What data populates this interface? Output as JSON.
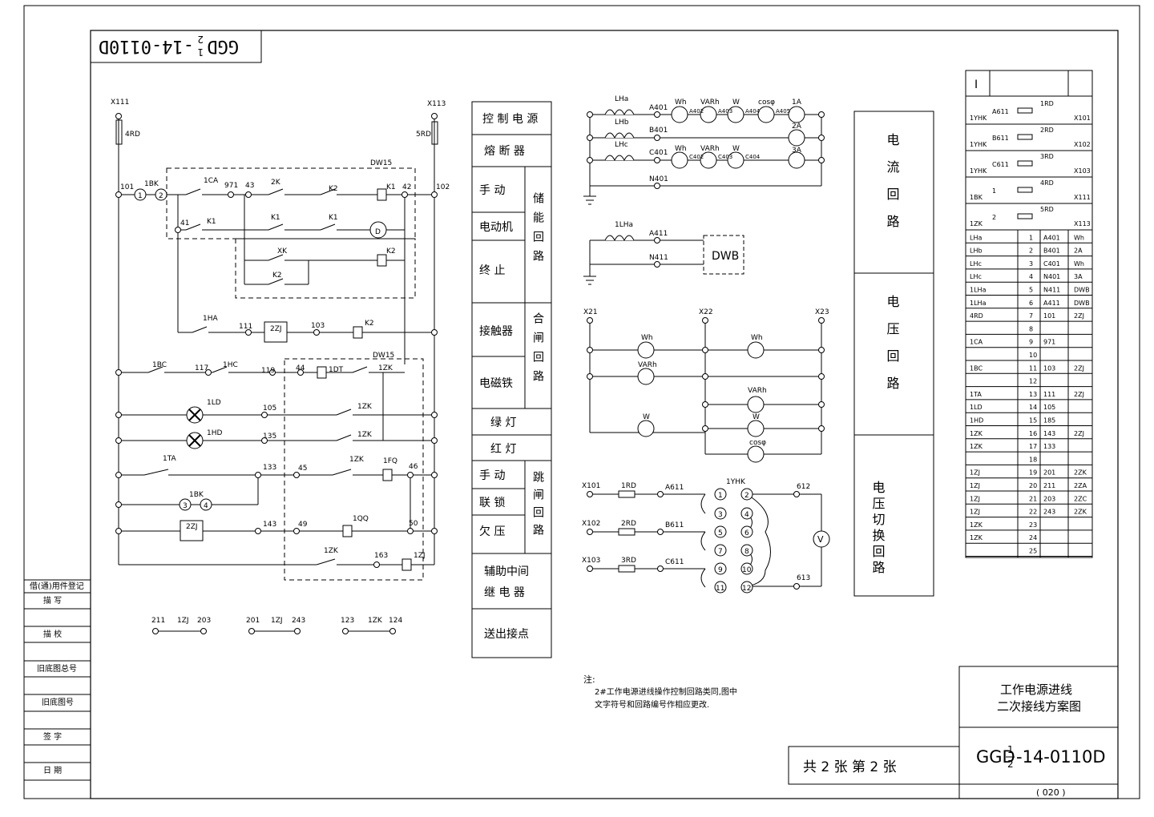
{
  "top_code": {
    "prefix": "GGD",
    "frac_num": "1",
    "frac_den": "2",
    "suffix": "-14-0110D"
  },
  "nodes": {
    "x111": "X111",
    "x113": "X113",
    "fuse_left": "4RD",
    "fuse_right": "5RD",
    "n101": "101",
    "n102": "102"
  },
  "circle_labels": {
    "c1": "1",
    "c2": "2",
    "c3": "3",
    "c4": "4"
  },
  "left_labels": {
    "l1": "1BK",
    "l2": "1CA",
    "l3": "971",
    "l4": "43",
    "l5": "2K",
    "l6": "K2",
    "l7": "K1",
    "l8": "42",
    "l9": "DW15",
    "l10": "41",
    "l11": "K1",
    "l12": "K1",
    "l13": "K1",
    "l14": "D",
    "l15": "XK",
    "l16": "K2",
    "l17": "K2",
    "l18": "1HA",
    "l19": "111",
    "l20": "2ZJ",
    "l21": "103",
    "l22": "K2",
    "l23": "1BC",
    "l24": "117",
    "l25": "1HC",
    "l26": "119",
    "l27": "44",
    "l28": "1DT",
    "l29": "1ZK",
    "l30": "DW15",
    "l31": "1LD",
    "l32": "105",
    "l33": "1ZK",
    "l34": "1HD",
    "l35": "135",
    "l36": "1ZK",
    "l37": "1TA",
    "l38": "133",
    "l39": "45",
    "l40": "1ZK",
    "l41": "1FQ",
    "l42": "46",
    "l43": "1BK",
    "l44": "2ZJ",
    "l45": "143",
    "l46": "49",
    "l47": "1QQ",
    "l48": "50",
    "l49": "1ZK",
    "l50": "163",
    "l51": "1ZJ",
    "l52": "211",
    "l53": "1ZJ",
    "l54": "203",
    "l55": "201",
    "l56": "1ZJ",
    "l57": "243",
    "l58": "123",
    "l59": "1ZK",
    "l60": "124"
  },
  "func_labels": {
    "f1": "控 制 电 源",
    "f2": "熔 断 器",
    "f3": "手 动",
    "f4": "电动机",
    "f5": "终 止",
    "f6": "储能回路",
    "f7": "接触器",
    "f8": "电磁铁",
    "f9": "合闸回路",
    "f10": "绿 灯",
    "f11": "红 灯",
    "f12": "手 动",
    "f13": "联 锁",
    "f14": "欠 压",
    "f15": "跳闸回路",
    "f16": "辅助中间",
    "f17": "继 电 器",
    "f18": "送出接点"
  },
  "meter_labels": {
    "m1": "LHa",
    "m2": "LHb",
    "m3": "LHc",
    "m4": "A401",
    "m5": "B401",
    "m6": "C401",
    "m7": "N401",
    "m8": "Wh",
    "m9": "VARh",
    "m10": "W",
    "m11": "cosφ",
    "m12": "1A",
    "m13": "2A",
    "m14": "3A",
    "m15": "1LHa",
    "m16": "A411",
    "m17": "N411",
    "m18": "DWB",
    "m19": "X21",
    "m20": "X22",
    "m21": "X23",
    "m22": "Wh",
    "m23": "VARh",
    "m24": "W",
    "m25": "Wh",
    "m26": "VARh",
    "m27": "W",
    "m28": "cosφ",
    "m29": "X101",
    "m30": "X102",
    "m31": "X103",
    "m32": "1RD",
    "m33": "2RD",
    "m34": "3RD",
    "m35": "A611",
    "m36": "B611",
    "m37": "C611",
    "m38": "1YHK",
    "m39": "612",
    "m40": "613",
    "m41": "V",
    "m42": "A402",
    "m43": "A403",
    "m44": "A404",
    "m45": "A405",
    "m46": "C402",
    "m47": "C403",
    "m48": "C404"
  },
  "switch_numbers": [
    "1",
    "2",
    "3",
    "4",
    "5",
    "6",
    "7",
    "8",
    "9",
    "10",
    "11",
    "12"
  ],
  "circuit_titles": {
    "t1": "电流回路",
    "t2": "电压回路",
    "t3": "电压切换回路"
  },
  "terminal_header": {
    "h1": "I"
  },
  "terminal_top": [
    {
      "a": "1YHK",
      "b": "A611",
      "c": "1RD",
      "d": "X101"
    },
    {
      "a": "1YHK",
      "b": "B611",
      "c": "2RD",
      "d": "X102"
    },
    {
      "a": "1YHK",
      "b": "C611",
      "c": "3RD",
      "d": "X103"
    },
    {
      "a": "1BK",
      "b": "1",
      "c": "4RD",
      "d": "X111"
    },
    {
      "a": "1ZK",
      "b": "2",
      "c": "5RD",
      "d": "X113"
    }
  ],
  "terminal_rows": [
    {
      "name": "LHa",
      "num": "1",
      "wire": "A401",
      "dest": "Wh"
    },
    {
      "name": "LHb",
      "num": "2",
      "wire": "B401",
      "dest": "2A"
    },
    {
      "name": "LHc",
      "num": "3",
      "wire": "C401",
      "dest": "Wh"
    },
    {
      "name": "LHc",
      "num": "4",
      "wire": "N401",
      "dest": "3A"
    },
    {
      "name": "1LHa",
      "num": "5",
      "wire": "N411",
      "dest": "DWB"
    },
    {
      "name": "1LHa",
      "num": "6",
      "wire": "A411",
      "dest": "DWB"
    },
    {
      "name": "4RD",
      "num": "7",
      "wire": "101",
      "dest": "2ZJ"
    },
    {
      "name": "",
      "num": "8",
      "wire": "",
      "dest": ""
    },
    {
      "name": "1CA",
      "num": "9",
      "wire": "971",
      "dest": ""
    },
    {
      "name": "",
      "num": "10",
      "wire": "",
      "dest": ""
    },
    {
      "name": "1BC",
      "num": "11",
      "wire": "103",
      "dest": "2ZJ"
    },
    {
      "name": "",
      "num": "12",
      "wire": "",
      "dest": ""
    },
    {
      "name": "1TA",
      "num": "13",
      "wire": "111",
      "dest": "2ZJ"
    },
    {
      "name": "1LD",
      "num": "14",
      "wire": "105",
      "dest": ""
    },
    {
      "name": "1HD",
      "num": "15",
      "wire": "185",
      "dest": ""
    },
    {
      "name": "1ZK",
      "num": "16",
      "wire": "143",
      "dest": "2ZJ"
    },
    {
      "name": "1ZK",
      "num": "17",
      "wire": "133",
      "dest": ""
    },
    {
      "name": "",
      "num": "18",
      "wire": "",
      "dest": ""
    },
    {
      "name": "1ZJ",
      "num": "19",
      "wire": "201",
      "dest": "2ZK"
    },
    {
      "name": "1ZJ",
      "num": "20",
      "wire": "211",
      "dest": "2ZA"
    },
    {
      "name": "1ZJ",
      "num": "21",
      "wire": "203",
      "dest": "2ZC"
    },
    {
      "name": "1ZJ",
      "num": "22",
      "wire": "243",
      "dest": "2ZK"
    },
    {
      "name": "1ZK",
      "num": "23",
      "wire": "",
      "dest": ""
    },
    {
      "name": "1ZK",
      "num": "24",
      "wire": "",
      "dest": ""
    },
    {
      "name": "",
      "num": "25",
      "wire": "",
      "dest": ""
    }
  ],
  "note": {
    "title": "注:",
    "line1": "2#工作电源进线操作控制回路类同,图中",
    "line2": "文字符号和回路编号作相应更改."
  },
  "side_table": [
    "借(通)用件登记",
    "描  写",
    "",
    "描  校",
    "旧底图总号",
    "旧底图号",
    "签  字",
    "日  期"
  ],
  "title_block": {
    "name_line1": "工作电源进线",
    "name_line2": "二次接线方案图",
    "sheet_info": "共 2 张  第 2 张",
    "code_prefix": "GGD",
    "code_num": "1",
    "code_den": "2",
    "code_suffix": "-14-0110D",
    "page_num": "( 020 )"
  }
}
